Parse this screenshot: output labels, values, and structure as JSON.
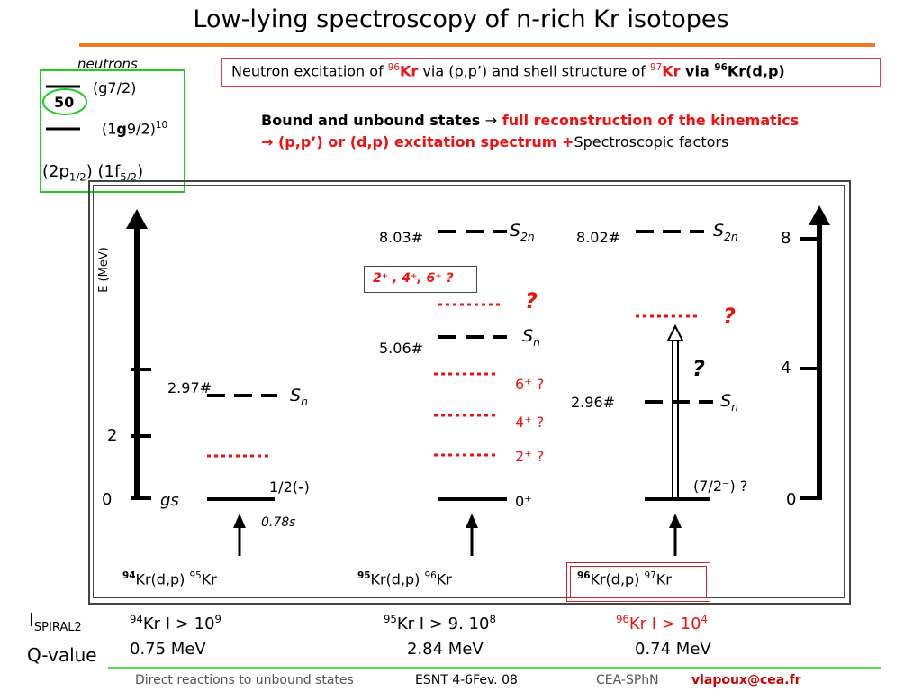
{
  "title": "Low-lying spectroscopy of n-rich Kr isotopes",
  "shell": {
    "header": "neutrons",
    "magic": "50",
    "g72": "(g7/2)",
    "g92_pre": "(1",
    "g92_g": "g",
    "g92_post": "9/2)",
    "g92_sup": "10",
    "p12": "(2p",
    "p12_sub": "1/2",
    "f52": ")  (1f",
    "f52_sub": "5/2",
    "close": ")"
  },
  "headline": {
    "t1": "Neutron excitation of ",
    "sup1": "96",
    "kr1": "Kr",
    "t2": " via (p,p’) and shell structure of ",
    "sup2": "97",
    "kr2": "Kr",
    "t3": " via ",
    "sup3": "96",
    "t4": "Kr(d,p)"
  },
  "info": {
    "line1_a": "Bound and unbound states ",
    "line1_arrow": "→",
    "line1_b": " full reconstruction of the kinematics",
    "line2_a": "→ (p,p’) or  (d,p) excitation spectrum  +",
    "line2_b": "Spectroscopic factors"
  },
  "axis_left": {
    "label": "E (MeV)",
    "ticks": [
      "0",
      "2"
    ]
  },
  "axis_right": {
    "ticks": [
      "0",
      "4",
      "8"
    ]
  },
  "kr95": {
    "sn_value": "2.97#",
    "sn_label": "S",
    "sn_sub": "n",
    "gs": "gs",
    "spin": "1/2(",
    "spin_bold": "-",
    "spin_close": ")",
    "halflife": "0.78s",
    "reaction_sup": "94",
    "reaction": "Kr(d,p) ",
    "product_sup": "95",
    "product": "Kr"
  },
  "kr96": {
    "s2n_value": "8.03#",
    "s2n_label": "S",
    "s2n_sub": "2n",
    "sn_value": "5.06#",
    "sn_label": "S",
    "sn_sub": "n",
    "question": "?",
    "box_text": "2⁺ , 4⁺, 6⁺ ?",
    "l6": "6⁺ ?",
    "l4": "4⁺ ?",
    "l2": "2⁺ ?",
    "gs": "0⁺",
    "reaction_sup": "95",
    "reaction": "Kr(d,p) ",
    "product_sup": "96",
    "product": "Kr"
  },
  "kr97": {
    "s2n_value": "8.02#",
    "s2n_label": "S",
    "s2n_sub": "2n",
    "sn_value": "2.96#",
    "sn_label": "S",
    "sn_sub": "n",
    "question_red": "?",
    "question_black": "?",
    "spin": "(7/2⁻) ?",
    "reaction_sup": "96",
    "reaction": "Kr(d,p) ",
    "product_sup": "97",
    "product": "Kr"
  },
  "bottom": {
    "ispiral": "I",
    "ispiral_sub": "SPIRAL2",
    "qvalue": "Q-value",
    "kr94_sup": "94",
    "kr94": "Kr  I > 10",
    "kr94_exp": "9",
    "kr94_q": "0.75 MeV",
    "kr95_sup": "95",
    "kr95": "Kr  I > 9. 10",
    "kr95_exp": "8",
    "kr95_q": "2.84 MeV",
    "kr96_sup": "96",
    "kr96": "Kr  I > 10",
    "kr96_exp": "4",
    "kr96_q": "0.74 MeV"
  },
  "footer": {
    "left": "Direct reactions to unbound states",
    "mid": "ESNT 4-6Fev. 08",
    "org": "CEA-SPhN",
    "email": "vlapoux@cea.fr"
  },
  "colors": {
    "accent_orange": "#f07a1e",
    "red": "#ee1111",
    "green": "#22cc22"
  }
}
